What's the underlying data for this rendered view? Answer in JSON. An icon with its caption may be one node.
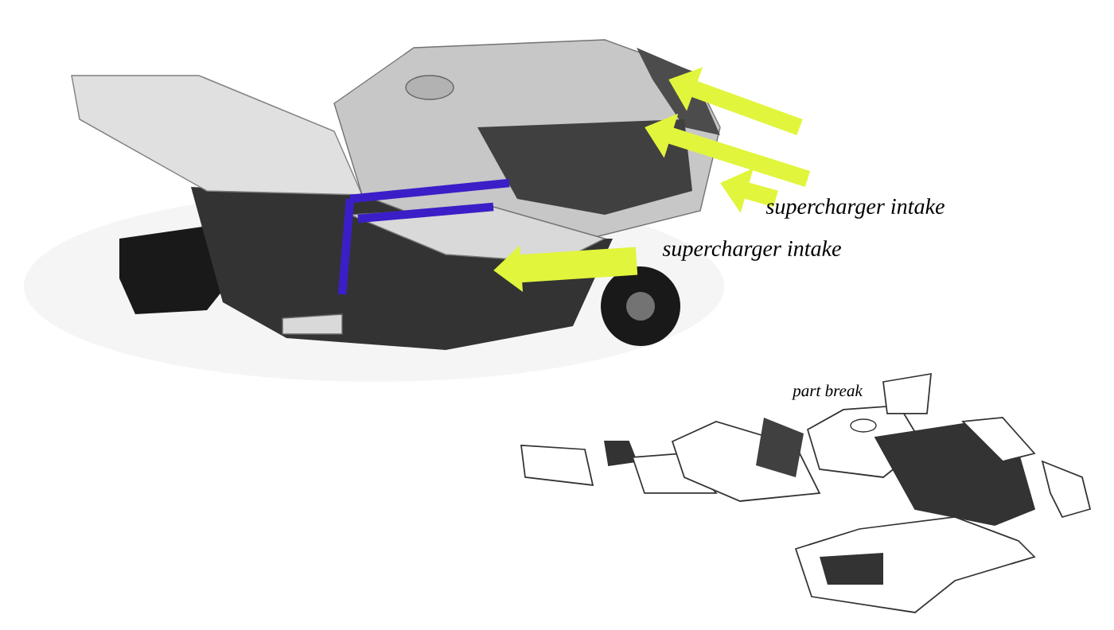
{
  "diagram": {
    "labels": [
      "supercharger intake",
      "supercharger intake",
      "part break"
    ]
  }
}
